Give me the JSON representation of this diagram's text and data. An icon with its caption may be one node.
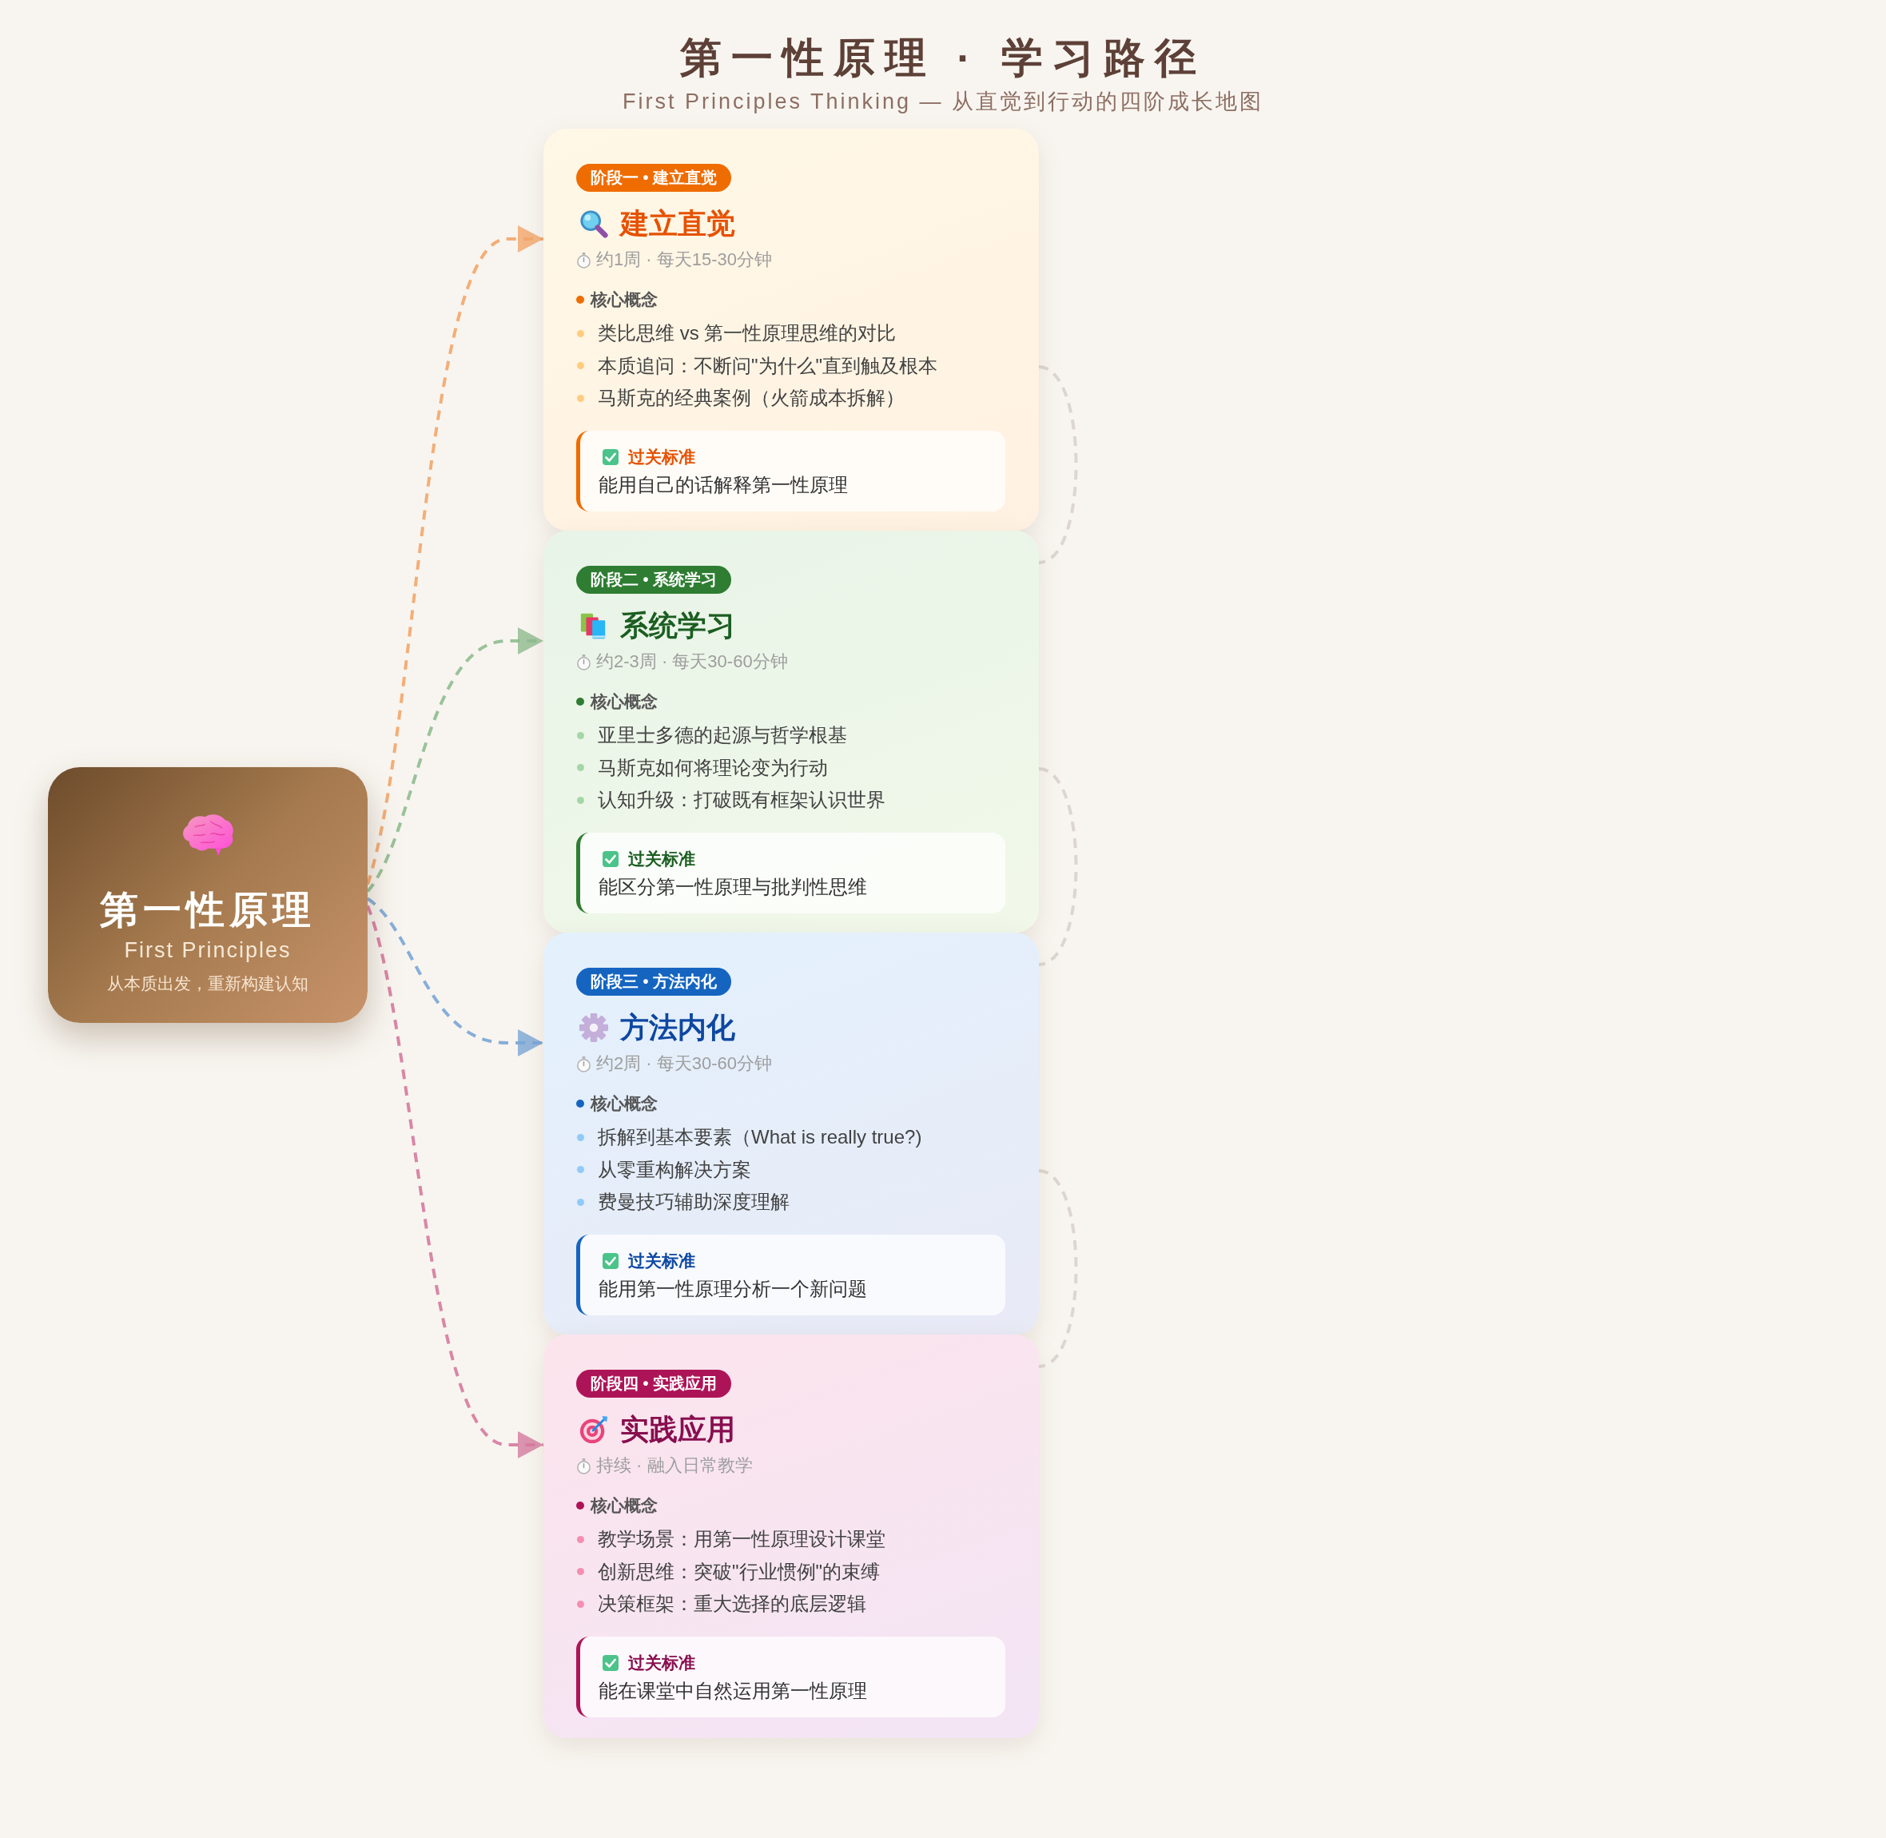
{
  "diagram": {
    "title": "第一性原理 · 学习路径",
    "nodes": [
      {
        "text": [
          "第一性原理",
          "First Principles",
          "从本质出发，重新构建认知"
        ]
      },
      {
        "text": [
          "建立直觉",
          "约1周 · 每天15-30分钟",
          "核心概念",
          "类比思维 vs 第一性原理思维的对比",
          "本质追问：不断问\"为什么\"直到触及根本",
          "马斯克的经典案例（火箭成本拆解）"
        ]
      },
      {
        "text": [
          "阶段一 • 建立直觉"
        ],
        "in": 1
      },
      {
        "text": [
          "过关标准",
          "能用自己的话解释第一性原理"
        ],
        "in": 1
      },
      {
        "text": [
          "系统学习",
          "约2-3周 · 每天30-60分钟",
          "核心概念",
          "亚里士多德的起源与哲学根基",
          "马斯克如何将理论变为行动",
          "认知升级：打破既有框架认识世界"
        ]
      },
      {
        "text": [
          "阶段二 • 系统学习"
        ],
        "in": 4
      },
      {
        "text": [
          "过关标准",
          "能区分第一性原理与批判性思维"
        ],
        "in": 4
      },
      {
        "text": [
          "方法内化",
          "约2周 · 每天30-60分钟",
          "核心概念",
          "拆解到基本要素（What is really true?)",
          "从零重构解决方案",
          "费曼技巧辅助深度理解"
        ]
      },
      {
        "text": [
          "阶段三 • 方法内化"
        ],
        "in": 7
      },
      {
        "text": [
          "过关标准",
          "能用第一性原理分析一个新问题"
        ],
        "in": 7
      },
      {
        "text": [
          "实践应用",
          "持续 · 融入日常教学",
          "核心概念",
          "教学场景：用第一性原理设计课堂",
          "创新思维：突破\"行业惯例\"的束缚",
          "决策框架：重大选择的底层逻辑"
        ]
      },
      {
        "text": [
          "阶段四 • 实践应用"
        ],
        "in": 10
      },
      {
        "text": [
          "过关标准",
          "能在课堂中自然运用第一性原理"
        ],
        "in": 10
      }
    ],
    "edges": [
      {
        "from": 0,
        "to": 1,
        "arrow": "to",
        "style": "dashed",
        "color": "#f2a66a"
      },
      {
        "from": 0,
        "to": 4,
        "arrow": "to",
        "style": "dashed",
        "color": "#8fbc8f"
      },
      {
        "from": 0,
        "to": 7,
        "arrow": "to",
        "style": "dashed",
        "color": "#7aa6d6"
      },
      {
        "from": 0,
        "to": 10,
        "arrow": "to",
        "style": "dashed",
        "color": "#d57a9f"
      },
      {
        "from": 1,
        "to": 4,
        "arrow": "none",
        "style": "dashed",
        "color": "#d9d3cc"
      },
      {
        "from": 4,
        "to": 7,
        "arrow": "none",
        "style": "dashed",
        "color": "#d9d3cc"
      },
      {
        "from": 7,
        "to": 10,
        "arrow": "none",
        "style": "dashed",
        "color": "#d9d3cc"
      }
    ],
    "labels": [
      "First Principles Thinking — 从直觉到行动的四阶成长地图"
    ]
  }
}
